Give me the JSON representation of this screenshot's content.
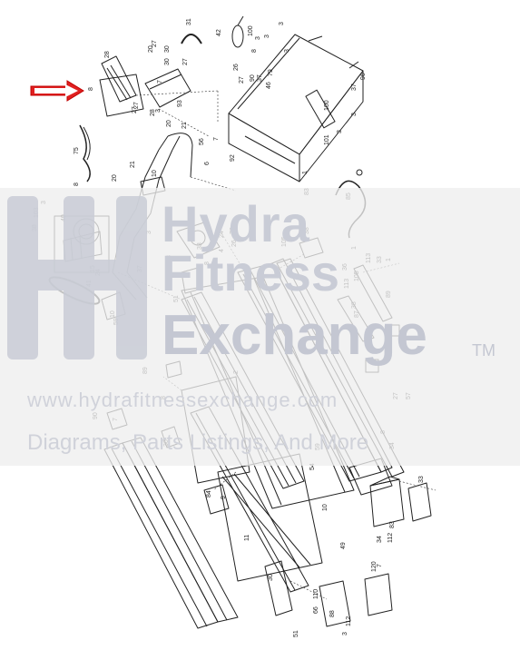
{
  "watermark": {
    "line1": "Hydra",
    "line2": "Fitness",
    "line3": "Exchange",
    "tm": "TM",
    "url": "www.hydrafitnessexchange.com",
    "tagline": "Diagrams, Parts Listings, And More"
  },
  "part_labels": [
    "31",
    "3",
    "42",
    "3",
    "8",
    "3",
    "20",
    "27",
    "30",
    "28",
    "30",
    "27",
    "26",
    "100",
    "27",
    "90",
    "37",
    "79",
    "46",
    "3",
    "96",
    "37",
    "100",
    "3",
    "7",
    "93",
    "8",
    "27",
    "21",
    "7",
    "28",
    "27",
    "20",
    "3",
    "75",
    "56",
    "101",
    "3",
    "6",
    "21",
    "92",
    "83",
    "85",
    "1",
    "20",
    "8",
    "10",
    "38",
    "103",
    "3",
    "40",
    "24",
    "78",
    "33",
    "26",
    "8",
    "4",
    "3",
    "3",
    "24",
    "37",
    "105",
    "38",
    "1",
    "113",
    "36",
    "105",
    "33",
    "1",
    "41",
    "15",
    "113",
    "38",
    "51",
    "59",
    "89",
    "87",
    "52",
    "10",
    "2",
    "57",
    "27",
    "89",
    "8",
    "90",
    "7",
    "30",
    "84",
    "9",
    "59",
    "8",
    "34",
    "33",
    "83",
    "54",
    "49",
    "34",
    "112",
    "10",
    "7",
    "11",
    "110",
    "120",
    "30",
    "66",
    "88",
    "112",
    "51",
    "3"
  ],
  "pointer_arrow_color": "#e02020"
}
